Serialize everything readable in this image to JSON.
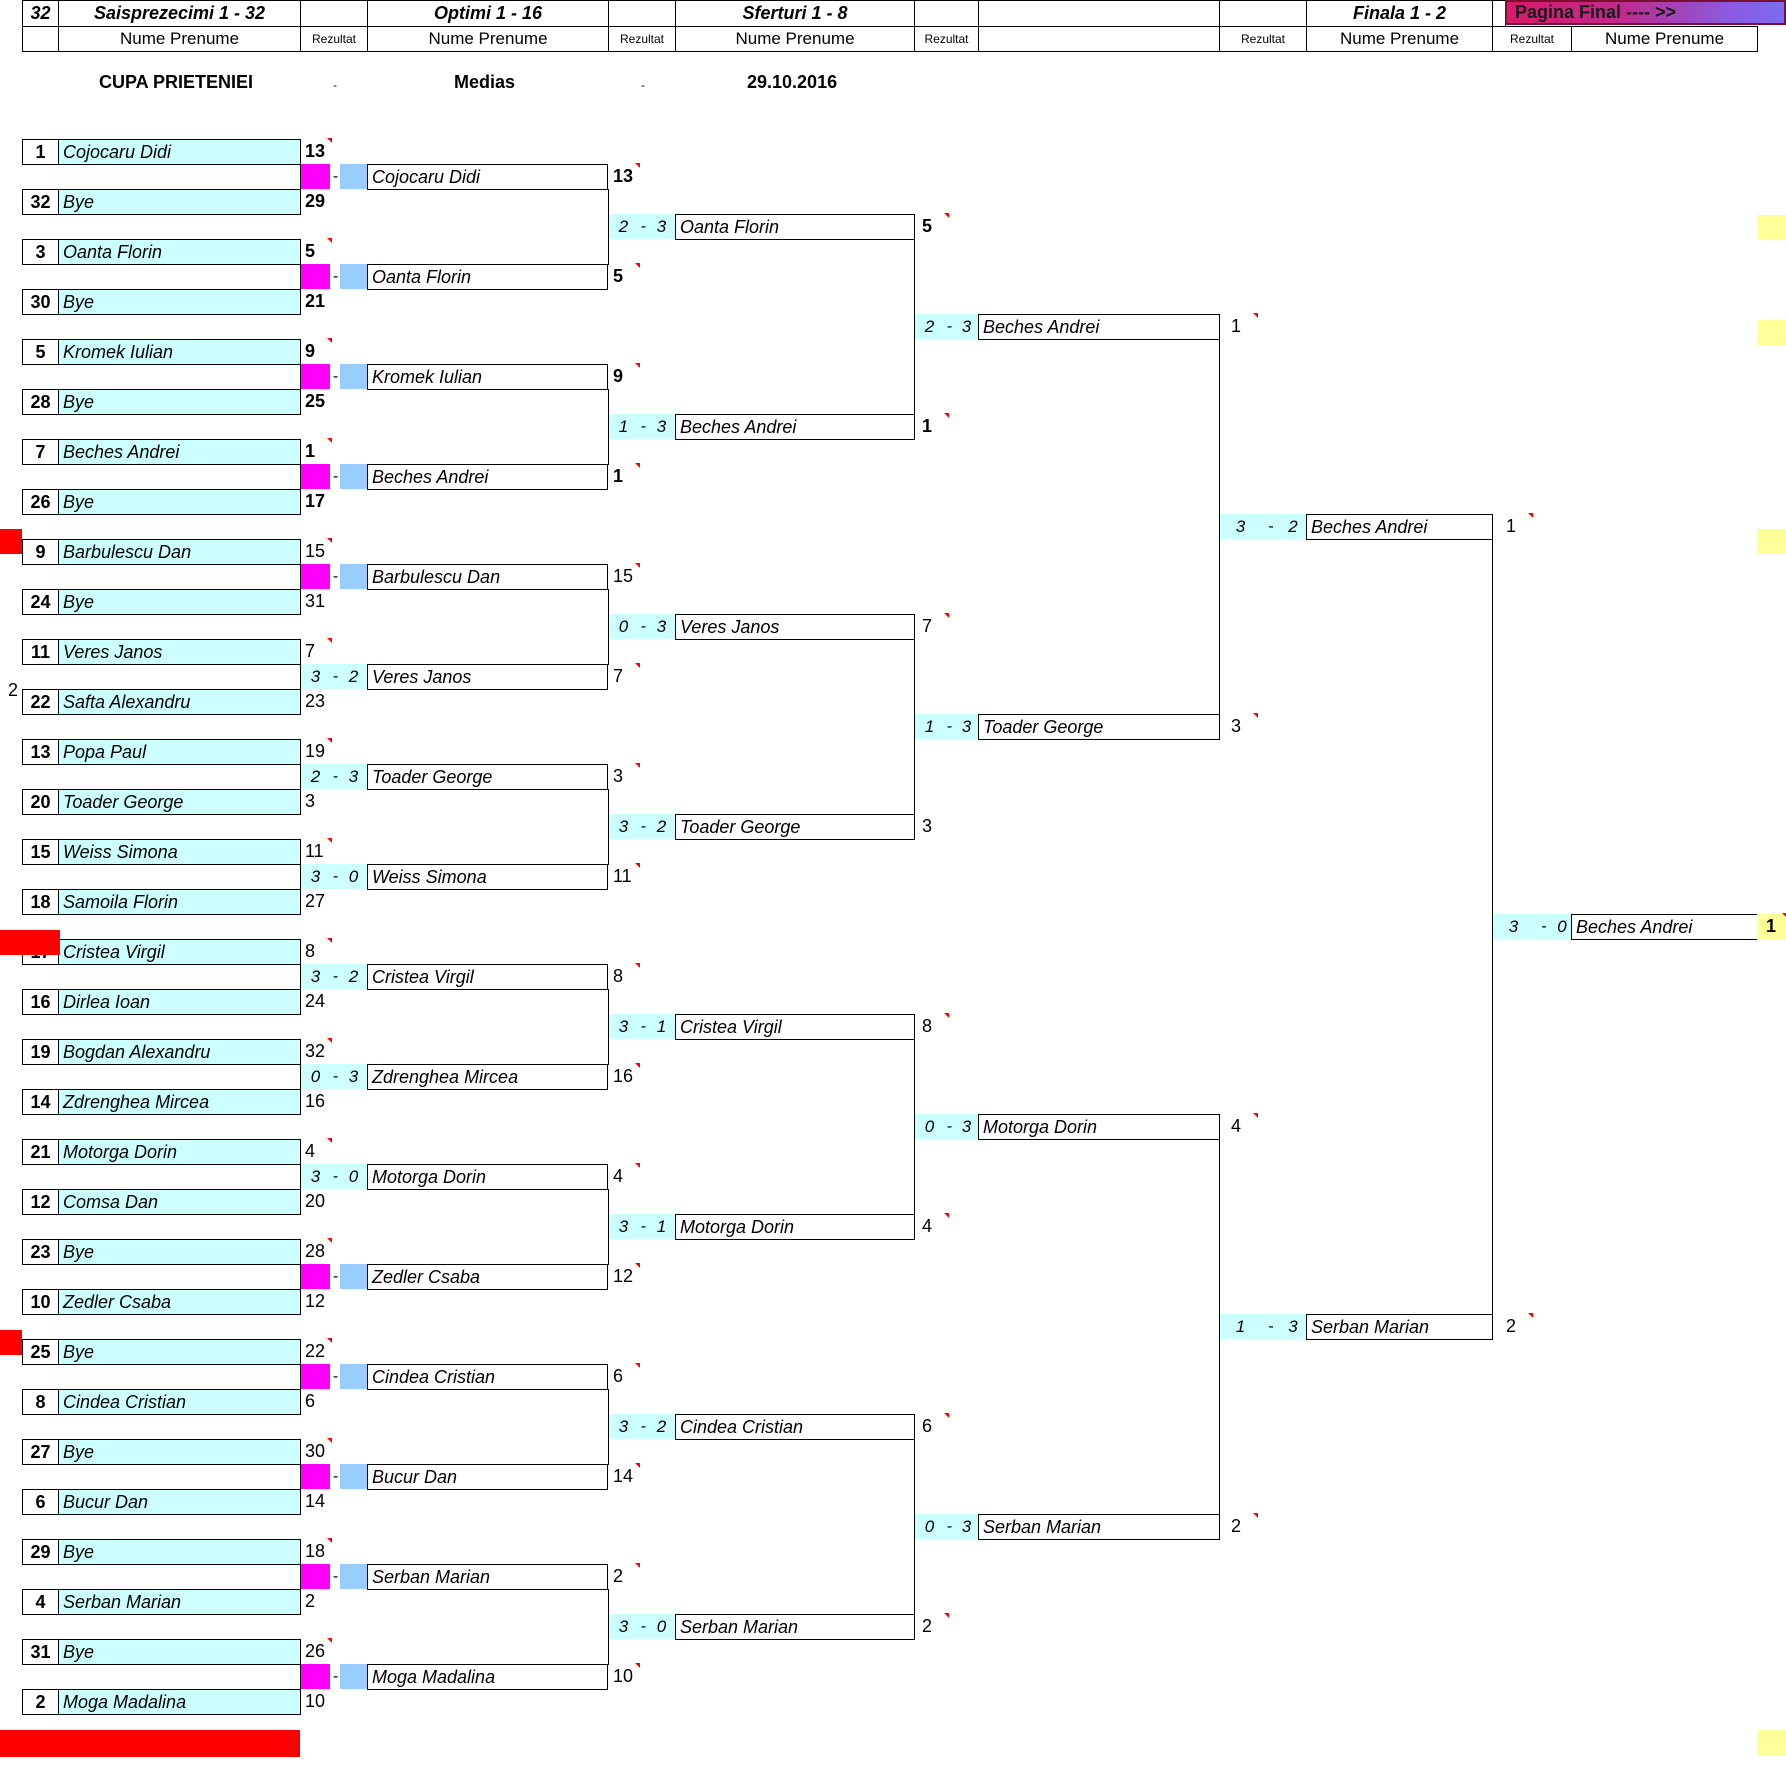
{
  "header": {
    "count": "32",
    "columns": [
      {
        "title": "Saisprezecimi 1 - 32"
      },
      {
        "title": "Optimi 1 - 16"
      },
      {
        "title": "Sferturi 1 - 8"
      },
      {
        "title": ""
      },
      {
        "title": "Finala 1 - 2"
      }
    ],
    "final_button": "Pagina Final ---- >>",
    "name_label": "Nume Prenume",
    "result_label": "Rezultat"
  },
  "event": {
    "name": "CUPA PRIETENIEI",
    "separator": "-",
    "location": "Medias",
    "date": "29.10.2016"
  },
  "side_note": "2",
  "rounds": {
    "r32": [
      {
        "seed": "1",
        "name": "Cojocaru Didi",
        "rank": "13",
        "bold": true
      },
      {
        "seed": "32",
        "name": "Bye",
        "rank": "29",
        "bold": true
      },
      {
        "seed": "3",
        "name": "Oanta Florin",
        "rank": "5",
        "bold": true
      },
      {
        "seed": "30",
        "name": "Bye",
        "rank": "21",
        "bold": true
      },
      {
        "seed": "5",
        "name": "Kromek Iulian",
        "rank": "9",
        "bold": true
      },
      {
        "seed": "28",
        "name": "Bye",
        "rank": "25",
        "bold": true
      },
      {
        "seed": "7",
        "name": "Beches Andrei",
        "rank": "1",
        "bold": true
      },
      {
        "seed": "26",
        "name": "Bye",
        "rank": "17",
        "bold": true
      },
      {
        "seed": "9",
        "name": "Barbulescu Dan",
        "rank": "15"
      },
      {
        "seed": "24",
        "name": "Bye",
        "rank": "31"
      },
      {
        "seed": "11",
        "name": "Veres Janos",
        "rank": "7"
      },
      {
        "seed": "22",
        "name": "Safta Alexandru",
        "rank": "23"
      },
      {
        "seed": "13",
        "name": "Popa Paul",
        "rank": "19"
      },
      {
        "seed": "20",
        "name": "Toader George",
        "rank": "3"
      },
      {
        "seed": "15",
        "name": "Weiss Simona",
        "rank": "11"
      },
      {
        "seed": "18",
        "name": "Samoila Florin",
        "rank": "27"
      },
      {
        "seed": "17",
        "name": "Cristea Virgil",
        "rank": "8"
      },
      {
        "seed": "16",
        "name": "Dirlea Ioan",
        "rank": "24"
      },
      {
        "seed": "19",
        "name": "Bogdan Alexandru",
        "rank": "32"
      },
      {
        "seed": "14",
        "name": "Zdrenghea Mircea",
        "rank": "16"
      },
      {
        "seed": "21",
        "name": "Motorga Dorin",
        "rank": "4"
      },
      {
        "seed": "12",
        "name": "Comsa Dan",
        "rank": "20"
      },
      {
        "seed": "23",
        "name": "Bye",
        "rank": "28"
      },
      {
        "seed": "10",
        "name": "Zedler Csaba",
        "rank": "12"
      },
      {
        "seed": "25",
        "name": "Bye",
        "rank": "22"
      },
      {
        "seed": "8",
        "name": "Cindea Cristian",
        "rank": "6"
      },
      {
        "seed": "27",
        "name": "Bye",
        "rank": "30"
      },
      {
        "seed": "6",
        "name": "Bucur Dan",
        "rank": "14"
      },
      {
        "seed": "29",
        "name": "Bye",
        "rank": "18"
      },
      {
        "seed": "4",
        "name": "Serban Marian",
        "rank": "2"
      },
      {
        "seed": "31",
        "name": "Bye",
        "rank": "26"
      },
      {
        "seed": "2",
        "name": "Moga Madalina",
        "rank": "10"
      }
    ],
    "r16": [
      {
        "s1": "",
        "s2": "",
        "bye": true,
        "name": "Cojocaru Didi",
        "rank": "13",
        "bold": true
      },
      {
        "s1": "",
        "s2": "",
        "bye": true,
        "name": "Oanta Florin",
        "rank": "5",
        "bold": true
      },
      {
        "s1": "",
        "s2": "",
        "bye": true,
        "name": "Kromek Iulian",
        "rank": "9",
        "bold": true
      },
      {
        "s1": "",
        "s2": "",
        "bye": true,
        "name": "Beches Andrei",
        "rank": "1",
        "bold": true
      },
      {
        "s1": "",
        "s2": "",
        "bye": true,
        "name": "Barbulescu Dan",
        "rank": "15"
      },
      {
        "s1": "3",
        "s2": "2",
        "name": "Veres Janos",
        "rank": "7"
      },
      {
        "s1": "2",
        "s2": "3",
        "name": "Toader George",
        "rank": "3"
      },
      {
        "s1": "3",
        "s2": "0",
        "name": "Weiss Simona",
        "rank": "11"
      },
      {
        "s1": "3",
        "s2": "2",
        "name": "Cristea Virgil",
        "rank": "8"
      },
      {
        "s1": "0",
        "s2": "3",
        "name": "Zdrenghea Mircea",
        "rank": "16"
      },
      {
        "s1": "3",
        "s2": "0",
        "name": "Motorga Dorin",
        "rank": "4"
      },
      {
        "s1": "",
        "s2": "",
        "bye": true,
        "name": "Zedler Csaba",
        "rank": "12"
      },
      {
        "s1": "",
        "s2": "",
        "bye": true,
        "name": "Cindea Cristian",
        "rank": "6"
      },
      {
        "s1": "",
        "s2": "",
        "bye": true,
        "name": "Bucur Dan",
        "rank": "14"
      },
      {
        "s1": "",
        "s2": "",
        "bye": true,
        "name": "Serban Marian",
        "rank": "2"
      },
      {
        "s1": "",
        "s2": "",
        "bye": true,
        "name": "Moga Madalina",
        "rank": "10"
      }
    ],
    "r8": [
      {
        "s1": "2",
        "s2": "3",
        "name": "Oanta Florin",
        "rank": "5",
        "bold": true
      },
      {
        "s1": "1",
        "s2": "3",
        "name": "Beches Andrei",
        "rank": "1",
        "bold": true
      },
      {
        "s1": "0",
        "s2": "3",
        "name": "Veres Janos",
        "rank": "7"
      },
      {
        "s1": "3",
        "s2": "2",
        "name": "Toader George",
        "rank": "3",
        "notri": true
      },
      {
        "s1": "3",
        "s2": "1",
        "name": "Cristea Virgil",
        "rank": "8"
      },
      {
        "s1": "3",
        "s2": "1",
        "name": "Motorga Dorin",
        "rank": "4"
      },
      {
        "s1": "3",
        "s2": "2",
        "name": "Cindea Cristian",
        "rank": "6"
      },
      {
        "s1": "3",
        "s2": "0",
        "name": "Serban Marian",
        "rank": "2"
      }
    ],
    "r4": [
      {
        "s1": "2",
        "s2": "3",
        "name": "Beches Andrei",
        "rank": "1"
      },
      {
        "s1": "1",
        "s2": "3",
        "name": "Toader George",
        "rank": "3"
      },
      {
        "s1": "0",
        "s2": "3",
        "name": "Motorga Dorin",
        "rank": "4"
      },
      {
        "s1": "0",
        "s2": "3",
        "name": "Serban Marian",
        "rank": "2"
      }
    ],
    "r2": [
      {
        "s1": "3",
        "s2": "2",
        "name": "Beches Andrei",
        "rank": "1"
      },
      {
        "s1": "1",
        "s2": "3",
        "name": "Serban Marian",
        "rank": "2"
      }
    ],
    "final": {
      "s1": "3",
      "s2": "0",
      "name": "Beches Andrei",
      "rank": "1"
    }
  },
  "colors": {
    "name_cell": "#ccffff",
    "empty_score_left": "#ff00ff",
    "empty_score_right": "#99ccff",
    "marker": "#ff0000",
    "note": "#ffff99"
  }
}
